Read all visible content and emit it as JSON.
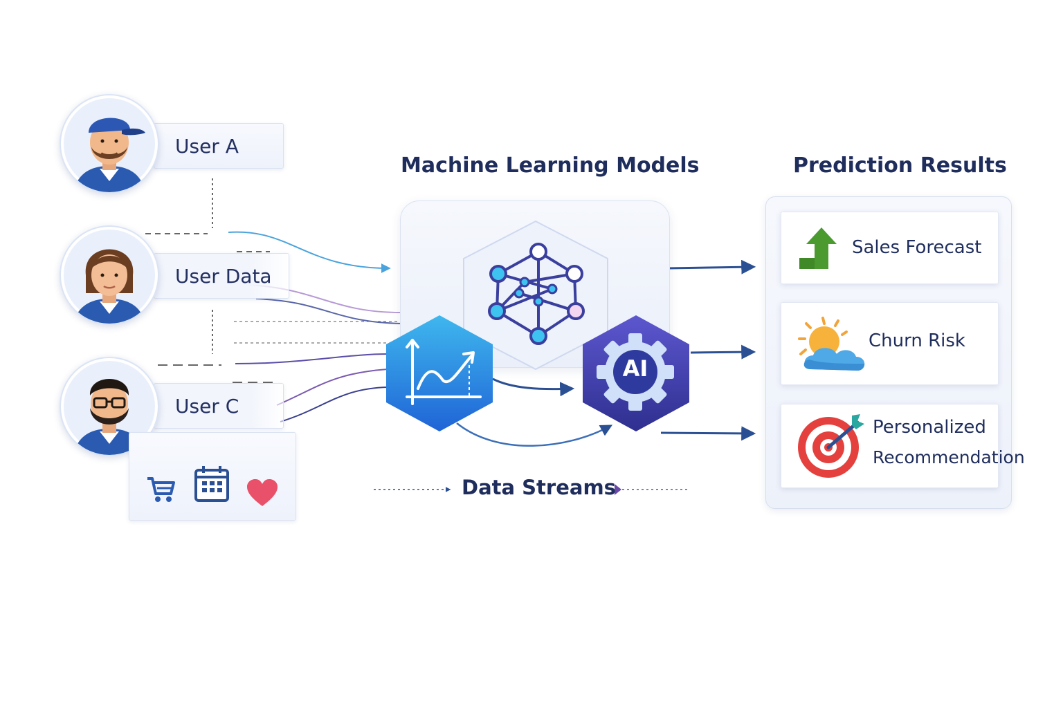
{
  "users": [
    {
      "label": "User A"
    },
    {
      "label": "User Data"
    },
    {
      "label": "User C"
    }
  ],
  "activity_icons": [
    "cart-icon",
    "calendar-icon",
    "heart-icon"
  ],
  "models": {
    "title": "Machine Learning Models",
    "network_icon": "neural-network-icon",
    "chart_icon": "growth-chart-icon",
    "ai_icon": "ai-gear-icon",
    "ai_text": "AI"
  },
  "results": {
    "title": "Prediction Results",
    "items": [
      {
        "label": "Sales Forecast",
        "icon": "up-arrow-icon"
      },
      {
        "label": "Churn Risk",
        "icon": "sun-cloud-icon"
      },
      {
        "label": "Personalized Recommendation",
        "line1": "Personalized",
        "line2": "Recommendation",
        "icon": "target-icon"
      }
    ]
  },
  "streams": {
    "label": "Data Streams"
  },
  "colors": {
    "navy": "#1f2d5c",
    "blue_arrow": "#2b4f93",
    "hex_blue": "#1f7ee0",
    "hex_purple": "#3b3aa8",
    "green": "#4a9a2f",
    "red": "#e4403d"
  }
}
